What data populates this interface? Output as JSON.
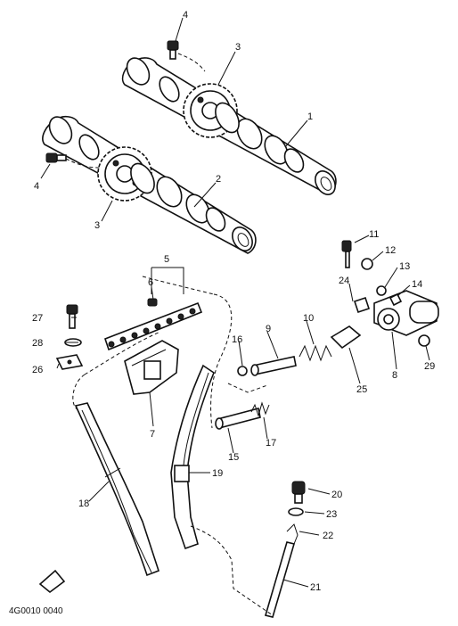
{
  "diagram": {
    "callouts": {
      "c1": "1",
      "c2": "2",
      "c3a": "3",
      "c3b": "3",
      "c4a": "4",
      "c4b": "4",
      "c5": "5",
      "c6": "6",
      "c7": "7",
      "c8": "8",
      "c9": "9",
      "c10": "10",
      "c11": "11",
      "c12": "12",
      "c13": "13",
      "c14": "14",
      "c15": "15",
      "c16": "16",
      "c17": "17",
      "c18": "18",
      "c19": "19",
      "c20": "20",
      "c21": "21",
      "c22": "22",
      "c23": "23",
      "c24": "24",
      "c25": "25",
      "c26": "26",
      "c27": "27",
      "c28": "28",
      "c29": "29"
    },
    "drawing_code": "4G0010 0040"
  }
}
